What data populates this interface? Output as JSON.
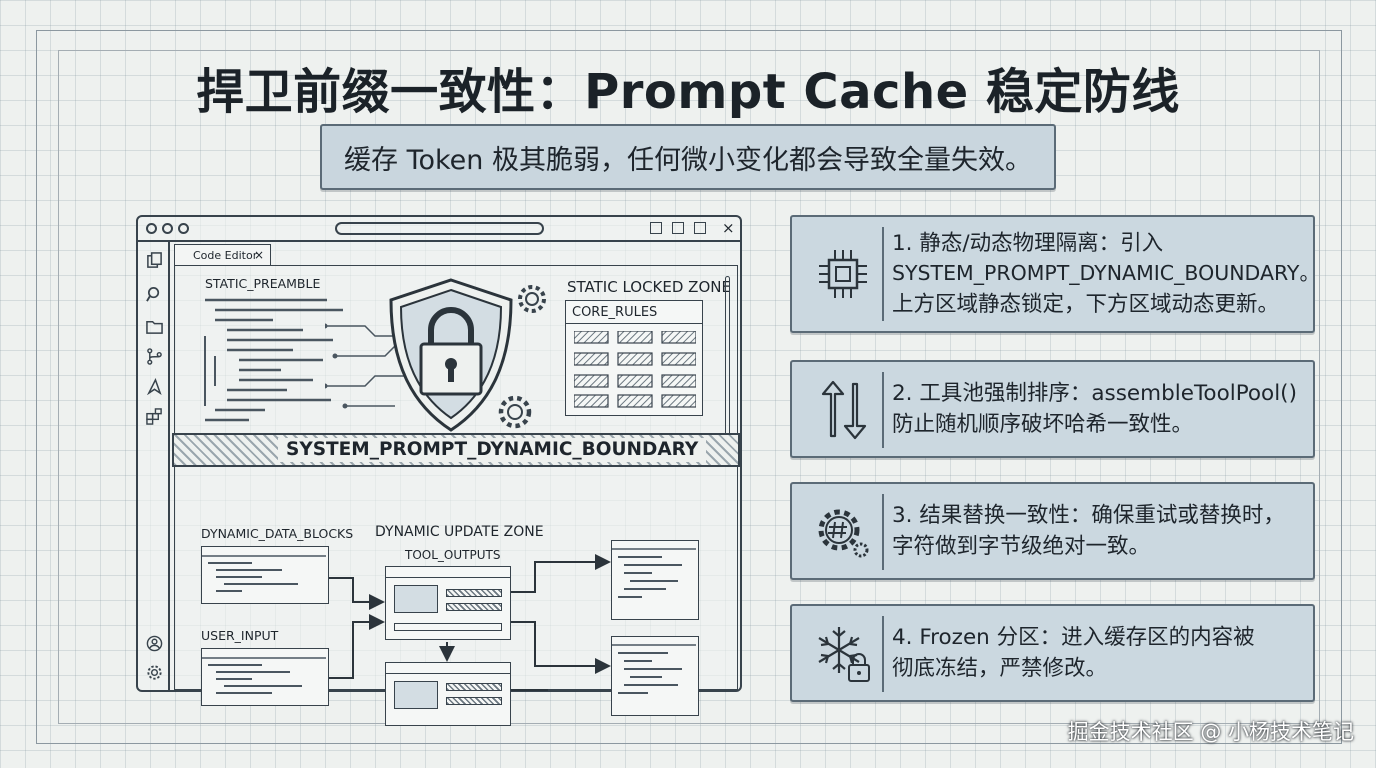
{
  "title": "捍卫前缀一致性：Prompt Cache 稳定防线",
  "subtitle": "缓存 Token 极其脆弱，任何微小变化都会导致全量失效。",
  "editor": {
    "tab_label": "Code Editor",
    "tab_close": "×",
    "static_preamble": "STATIC_PREAMBLE",
    "static_locked_zone": "STATIC LOCKED ZONE",
    "core_rules": "CORE_RULES",
    "boundary": "SYSTEM_PROMPT_DYNAMIC_BOUNDARY",
    "dynamic_data_blocks": "DYNAMIC_DATA_BLOCKS",
    "dynamic_update_zone": "DYNAMIC UPDATE ZONE",
    "tool_outputs": "TOOL_OUTPUTS",
    "user_input": "USER_INPUT"
  },
  "cards": [
    {
      "icon": "chip-icon",
      "lines": [
        "1. 静态/动态物理隔离：引入",
        "SYSTEM_PROMPT_DYNAMIC_BOUNDARY。",
        "上方区域静态锁定，下方区域动态更新。"
      ]
    },
    {
      "icon": "sort-arrows-icon",
      "lines": [
        "2. 工具池强制排序：assembleToolPool()",
        "防止随机顺序破坏哈希一致性。"
      ]
    },
    {
      "icon": "hash-gear-icon",
      "lines": [
        "3. 结果替换一致性：确保重试或替换时，",
        "字符做到字节级绝对一致。"
      ]
    },
    {
      "icon": "snowflake-lock-icon",
      "lines": [
        "4. Frozen 分区：进入缓存区的内容被",
        "彻底冻结，严禁修改。"
      ]
    }
  ],
  "watermark": "掘金技术社区 @ 小杨技术笔记",
  "colors": {
    "card_bg": "#cbd8e0",
    "card_border": "#5b6b77",
    "line": "#38434c",
    "background": "#eef1ef"
  }
}
